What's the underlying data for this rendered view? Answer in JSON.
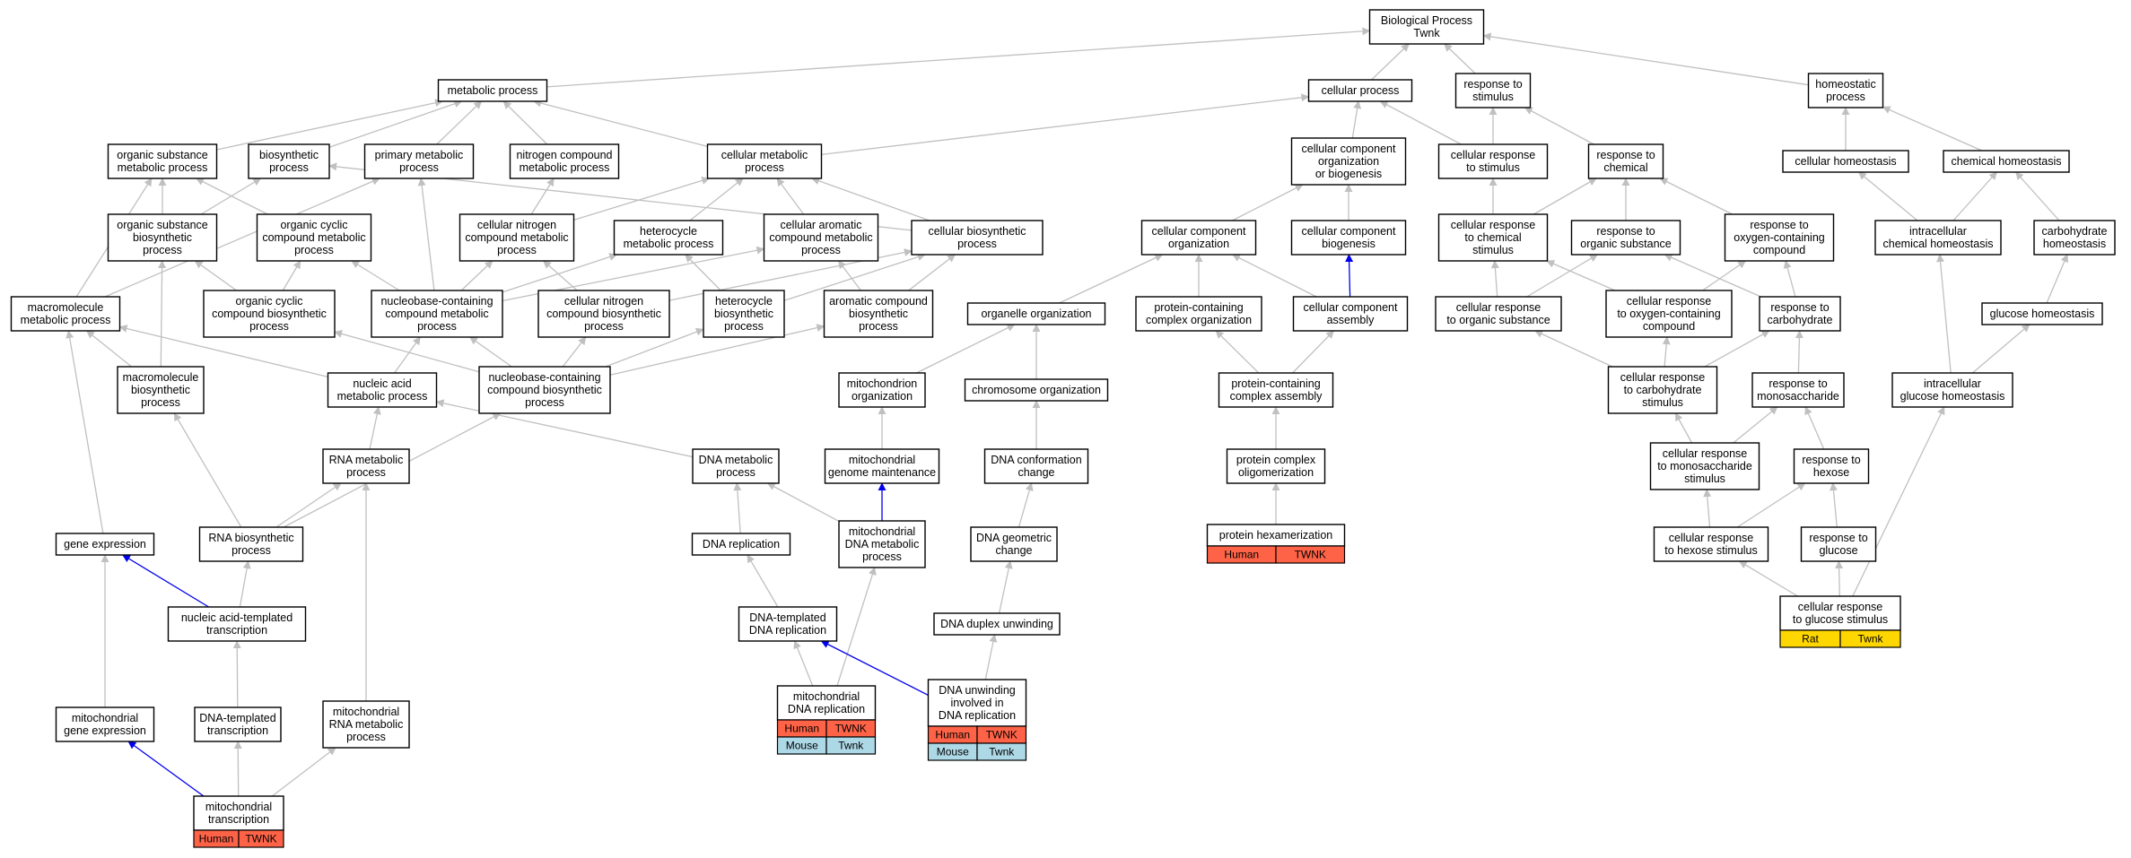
{
  "colors": {
    "edge_default": "#c0c0c0",
    "edge_highlight": "#0000ee",
    "human": "#ff6347",
    "mouse": "#add8e6",
    "rat": "#ffd700"
  },
  "nodes": [
    {
      "id": "bp",
      "lines": [
        "Biological Process",
        "Twnk"
      ]
    },
    {
      "id": "metabolic",
      "lines": [
        "metabolic process"
      ]
    },
    {
      "id": "cellproc",
      "lines": [
        "cellular process"
      ]
    },
    {
      "id": "respstim",
      "lines": [
        "response to",
        "stimulus"
      ]
    },
    {
      "id": "homeostatic",
      "lines": [
        "homeostatic",
        "process"
      ]
    },
    {
      "id": "orgsubmet",
      "lines": [
        "organic substance",
        "metabolic process"
      ]
    },
    {
      "id": "biosynth",
      "lines": [
        "biosynthetic",
        "process"
      ]
    },
    {
      "id": "primmet",
      "lines": [
        "primary metabolic",
        "process"
      ]
    },
    {
      "id": "nitcompmet",
      "lines": [
        "nitrogen compound",
        "metabolic process"
      ]
    },
    {
      "id": "cellmet",
      "lines": [
        "cellular metabolic",
        "process"
      ]
    },
    {
      "id": "ccob",
      "lines": [
        "cellular component",
        "organization",
        "or biogenesis"
      ]
    },
    {
      "id": "cellrespstim",
      "lines": [
        "cellular response",
        "to stimulus"
      ]
    },
    {
      "id": "respchem",
      "lines": [
        "response to",
        "chemical"
      ]
    },
    {
      "id": "cellhomeo",
      "lines": [
        "cellular homeostasis"
      ]
    },
    {
      "id": "chemhomeo",
      "lines": [
        "chemical homeostasis"
      ]
    },
    {
      "id": "orgsubbio",
      "lines": [
        "organic substance",
        "biosynthetic",
        "process"
      ]
    },
    {
      "id": "orgcycmet",
      "lines": [
        "organic cyclic",
        "compound metabolic",
        "process"
      ]
    },
    {
      "id": "cellnitmet",
      "lines": [
        "cellular nitrogen",
        "compound metabolic",
        "process"
      ]
    },
    {
      "id": "hetmet",
      "lines": [
        "heterocycle",
        "metabolic process"
      ]
    },
    {
      "id": "cellaromet",
      "lines": [
        "cellular aromatic",
        "compound metabolic",
        "process"
      ]
    },
    {
      "id": "cellbio",
      "lines": [
        "cellular biosynthetic",
        "process"
      ]
    },
    {
      "id": "ccorg",
      "lines": [
        "cellular component",
        "organization"
      ]
    },
    {
      "id": "ccbiog",
      "lines": [
        "cellular component",
        "biogenesis"
      ]
    },
    {
      "id": "cellrespchem",
      "lines": [
        "cellular response",
        "to chemical",
        "stimulus"
      ]
    },
    {
      "id": "resporgsub",
      "lines": [
        "response to",
        "organic substance"
      ]
    },
    {
      "id": "respoxy",
      "lines": [
        "response to",
        "oxygen-containing",
        "compound"
      ]
    },
    {
      "id": "intrachemhomeo",
      "lines": [
        "intracellular",
        "chemical homeostasis"
      ]
    },
    {
      "id": "carbohomeo",
      "lines": [
        "carbohydrate",
        "homeostasis"
      ]
    },
    {
      "id": "macromet",
      "lines": [
        "macromolecule",
        "metabolic process"
      ]
    },
    {
      "id": "orgcycbio",
      "lines": [
        "organic cyclic",
        "compound biosynthetic",
        "process"
      ]
    },
    {
      "id": "nbcmet",
      "lines": [
        "nucleobase-containing",
        "compound metabolic",
        "process"
      ]
    },
    {
      "id": "cellnitbio",
      "lines": [
        "cellular nitrogen",
        "compound biosynthetic",
        "process"
      ]
    },
    {
      "id": "hetbio",
      "lines": [
        "heterocycle",
        "biosynthetic",
        "process"
      ]
    },
    {
      "id": "arombio",
      "lines": [
        "aromatic compound",
        "biosynthetic",
        "process"
      ]
    },
    {
      "id": "organelleorg",
      "lines": [
        "organelle organization"
      ]
    },
    {
      "id": "protcomplexorg",
      "lines": [
        "protein-containing",
        "complex organization"
      ]
    },
    {
      "id": "ccassembly",
      "lines": [
        "cellular component",
        "assembly"
      ]
    },
    {
      "id": "cellresporgsub",
      "lines": [
        "cellular response",
        "to organic substance"
      ]
    },
    {
      "id": "cellrespoxy",
      "lines": [
        "cellular response",
        "to oxygen-containing",
        "compound"
      ]
    },
    {
      "id": "respcarb",
      "lines": [
        "response to",
        "carbohydrate"
      ]
    },
    {
      "id": "glucosehomeo",
      "lines": [
        "glucose homeostasis"
      ]
    },
    {
      "id": "macrobio",
      "lines": [
        "macromolecule",
        "biosynthetic",
        "process"
      ]
    },
    {
      "id": "nucacidmet",
      "lines": [
        "nucleic acid",
        "metabolic process"
      ]
    },
    {
      "id": "nbcbio",
      "lines": [
        "nucleobase-containing",
        "compound biosynthetic",
        "process"
      ]
    },
    {
      "id": "mitoorg",
      "lines": [
        "mitochondrion",
        "organization"
      ]
    },
    {
      "id": "chromorg",
      "lines": [
        "chromosome organization"
      ]
    },
    {
      "id": "protassembly",
      "lines": [
        "protein-containing",
        "complex assembly"
      ]
    },
    {
      "id": "cellrespcarb",
      "lines": [
        "cellular response",
        "to carbohydrate",
        "stimulus"
      ]
    },
    {
      "id": "respmono",
      "lines": [
        "response to",
        "monosaccharide"
      ]
    },
    {
      "id": "intraglucose",
      "lines": [
        "intracellular",
        "glucose homeostasis"
      ]
    },
    {
      "id": "rnamet",
      "lines": [
        "RNA metabolic",
        "process"
      ]
    },
    {
      "id": "dnamet",
      "lines": [
        "DNA metabolic",
        "process"
      ]
    },
    {
      "id": "mitogenome",
      "lines": [
        "mitochondrial",
        "genome maintenance"
      ]
    },
    {
      "id": "dnaconf",
      "lines": [
        "DNA conformation",
        "change"
      ]
    },
    {
      "id": "protolig",
      "lines": [
        "protein complex",
        "oligomerization"
      ]
    },
    {
      "id": "cellrespmono",
      "lines": [
        "cellular response",
        "to monosaccharide",
        "stimulus"
      ]
    },
    {
      "id": "resphexose",
      "lines": [
        "response to",
        "hexose"
      ]
    },
    {
      "id": "geneexpr",
      "lines": [
        "gene expression"
      ]
    },
    {
      "id": "rnabio",
      "lines": [
        "RNA biosynthetic",
        "process"
      ]
    },
    {
      "id": "dnarep",
      "lines": [
        "DNA replication"
      ]
    },
    {
      "id": "mitodnamet",
      "lines": [
        "mitochondrial",
        "DNA metabolic",
        "process"
      ]
    },
    {
      "id": "dnageo",
      "lines": [
        "DNA geometric",
        "change"
      ]
    },
    {
      "id": "prothex",
      "lines": [
        "protein hexamerization"
      ],
      "annotations": [
        [
          {
            "label": "Human",
            "color": "human"
          },
          {
            "label": "TWNK",
            "color": "human"
          }
        ]
      ]
    },
    {
      "id": "cellresphexose",
      "lines": [
        "cellular response",
        "to hexose stimulus"
      ]
    },
    {
      "id": "respglucose",
      "lines": [
        "response to",
        "glucose"
      ]
    },
    {
      "id": "nuctempl",
      "lines": [
        "nucleic acid-templated",
        "transcription"
      ]
    },
    {
      "id": "dnatemplrep",
      "lines": [
        "DNA-templated",
        "DNA replication"
      ]
    },
    {
      "id": "dnadup",
      "lines": [
        "DNA duplex unwinding"
      ]
    },
    {
      "id": "cellrespglucose",
      "lines": [
        "cellular response",
        "to glucose stimulus"
      ],
      "annotations": [
        [
          {
            "label": "Rat",
            "color": "rat"
          },
          {
            "label": "Twnk",
            "color": "rat"
          }
        ]
      ]
    },
    {
      "id": "mitogeneexpr",
      "lines": [
        "mitochondrial",
        "gene expression"
      ]
    },
    {
      "id": "dnatempltrans",
      "lines": [
        "DNA-templated",
        "transcription"
      ]
    },
    {
      "id": "mitornamet",
      "lines": [
        "mitochondrial",
        "RNA metabolic",
        "process"
      ]
    },
    {
      "id": "mitodnarep",
      "lines": [
        "mitochondrial",
        "DNA replication"
      ],
      "annotations": [
        [
          {
            "label": "Human",
            "color": "human"
          },
          {
            "label": "TWNK",
            "color": "human"
          }
        ],
        [
          {
            "label": "Mouse",
            "color": "mouse"
          },
          {
            "label": "Twnk",
            "color": "mouse"
          }
        ]
      ]
    },
    {
      "id": "dnaunwind",
      "lines": [
        "DNA unwinding",
        "involved in",
        "DNA replication"
      ],
      "annotations": [
        [
          {
            "label": "Human",
            "color": "human"
          },
          {
            "label": "TWNK",
            "color": "human"
          }
        ],
        [
          {
            "label": "Mouse",
            "color": "mouse"
          },
          {
            "label": "Twnk",
            "color": "mouse"
          }
        ]
      ]
    },
    {
      "id": "mitotrans",
      "lines": [
        "mitochondrial",
        "transcription"
      ],
      "annotations": [
        [
          {
            "label": "Human",
            "color": "human"
          },
          {
            "label": "TWNK",
            "color": "human"
          }
        ]
      ]
    }
  ],
  "edges": [
    [
      "metabolic",
      "bp"
    ],
    [
      "cellproc",
      "bp"
    ],
    [
      "respstim",
      "bp"
    ],
    [
      "homeostatic",
      "bp"
    ],
    [
      "orgsubmet",
      "metabolic"
    ],
    [
      "biosynth",
      "metabolic"
    ],
    [
      "primmet",
      "metabolic"
    ],
    [
      "nitcompmet",
      "metabolic"
    ],
    [
      "cellmet",
      "metabolic"
    ],
    [
      "cellmet",
      "cellproc"
    ],
    [
      "ccob",
      "cellproc"
    ],
    [
      "cellrespstim",
      "cellproc"
    ],
    [
      "cellrespstim",
      "respstim"
    ],
    [
      "respchem",
      "respstim"
    ],
    [
      "cellhomeo",
      "homeostatic"
    ],
    [
      "chemhomeo",
      "homeostatic"
    ],
    [
      "orgsubbio",
      "orgsubmet"
    ],
    [
      "orgsubbio",
      "biosynth"
    ],
    [
      "orgcycmet",
      "orgsubmet"
    ],
    [
      "cellnitmet",
      "nitcompmet"
    ],
    [
      "cellnitmet",
      "cellmet"
    ],
    [
      "hetmet",
      "cellmet"
    ],
    [
      "cellaromet",
      "cellmet"
    ],
    [
      "cellbio",
      "cellmet"
    ],
    [
      "cellbio",
      "biosynth"
    ],
    [
      "ccorg",
      "ccob"
    ],
    [
      "ccbiog",
      "ccob"
    ],
    [
      "cellrespchem",
      "cellrespstim"
    ],
    [
      "cellrespchem",
      "respchem"
    ],
    [
      "resporgsub",
      "respchem"
    ],
    [
      "respoxy",
      "respchem"
    ],
    [
      "intrachemhomeo",
      "cellhomeo"
    ],
    [
      "intrachemhomeo",
      "chemhomeo"
    ],
    [
      "carbohomeo",
      "chemhomeo"
    ],
    [
      "macromet",
      "orgsubmet"
    ],
    [
      "macromet",
      "primmet"
    ],
    [
      "orgcycbio",
      "orgcycmet"
    ],
    [
      "orgcycbio",
      "orgsubbio"
    ],
    [
      "nbcmet",
      "orgcycmet"
    ],
    [
      "nbcmet",
      "cellnitmet"
    ],
    [
      "nbcmet",
      "hetmet"
    ],
    [
      "nbcmet",
      "cellaromet"
    ],
    [
      "nbcmet",
      "primmet"
    ],
    [
      "cellnitbio",
      "cellnitmet"
    ],
    [
      "cellnitbio",
      "cellbio"
    ],
    [
      "hetbio",
      "hetmet"
    ],
    [
      "hetbio",
      "cellbio"
    ],
    [
      "arombio",
      "cellaromet"
    ],
    [
      "arombio",
      "cellbio"
    ],
    [
      "organelleorg",
      "ccorg"
    ],
    [
      "protcomplexorg",
      "ccorg"
    ],
    [
      "ccassembly",
      "ccorg"
    ],
    [
      "ccassembly",
      "ccbiog",
      "hl"
    ],
    [
      "cellresporgsub",
      "cellrespchem"
    ],
    [
      "cellresporgsub",
      "resporgsub"
    ],
    [
      "cellrespoxy",
      "cellrespchem"
    ],
    [
      "cellrespoxy",
      "respoxy"
    ],
    [
      "respcarb",
      "resporgsub"
    ],
    [
      "respcarb",
      "respoxy"
    ],
    [
      "glucosehomeo",
      "carbohomeo"
    ],
    [
      "macrobio",
      "macromet"
    ],
    [
      "macrobio",
      "orgsubbio"
    ],
    [
      "nucacidmet",
      "macromet"
    ],
    [
      "nucacidmet",
      "nbcmet"
    ],
    [
      "nbcbio",
      "nbcmet"
    ],
    [
      "nbcbio",
      "orgcycbio"
    ],
    [
      "nbcbio",
      "cellnitbio"
    ],
    [
      "nbcbio",
      "hetbio"
    ],
    [
      "nbcbio",
      "arombio"
    ],
    [
      "mitoorg",
      "organelleorg"
    ],
    [
      "chromorg",
      "organelleorg"
    ],
    [
      "protassembly",
      "protcomplexorg"
    ],
    [
      "protassembly",
      "ccassembly"
    ],
    [
      "cellrespcarb",
      "cellrespoxy"
    ],
    [
      "cellrespcarb",
      "cellresporgsub"
    ],
    [
      "cellrespcarb",
      "respcarb"
    ],
    [
      "respmono",
      "respcarb"
    ],
    [
      "intraglucose",
      "glucosehomeo"
    ],
    [
      "intraglucose",
      "intrachemhomeo"
    ],
    [
      "rnamet",
      "nucacidmet"
    ],
    [
      "dnamet",
      "nucacidmet"
    ],
    [
      "mitogenome",
      "mitoorg"
    ],
    [
      "dnaconf",
      "chromorg"
    ],
    [
      "protolig",
      "protassembly"
    ],
    [
      "cellrespmono",
      "cellrespcarb"
    ],
    [
      "cellrespmono",
      "respmono"
    ],
    [
      "resphexose",
      "respmono"
    ],
    [
      "geneexpr",
      "macromet"
    ],
    [
      "rnabio",
      "rnamet"
    ],
    [
      "rnabio",
      "nbcbio"
    ],
    [
      "rnabio",
      "macrobio"
    ],
    [
      "dnarep",
      "dnamet"
    ],
    [
      "mitodnamet",
      "dnamet"
    ],
    [
      "mitodnamet",
      "mitogenome",
      "hl"
    ],
    [
      "dnageo",
      "dnaconf"
    ],
    [
      "prothex",
      "protolig"
    ],
    [
      "cellresphexose",
      "cellrespmono"
    ],
    [
      "cellresphexose",
      "resphexose"
    ],
    [
      "respglucose",
      "resphexose"
    ],
    [
      "nuctempl",
      "rnabio"
    ],
    [
      "nuctempl",
      "geneexpr",
      "hl"
    ],
    [
      "dnatemplrep",
      "dnarep"
    ],
    [
      "dnadup",
      "dnageo"
    ],
    [
      "cellrespglucose",
      "cellresphexose"
    ],
    [
      "cellrespglucose",
      "respglucose"
    ],
    [
      "cellrespglucose",
      "intraglucose"
    ],
    [
      "mitogeneexpr",
      "geneexpr"
    ],
    [
      "dnatempltrans",
      "nuctempl"
    ],
    [
      "mitornamet",
      "rnamet"
    ],
    [
      "mitodnarep",
      "dnatemplrep"
    ],
    [
      "mitodnarep",
      "mitodnamet"
    ],
    [
      "dnaunwind",
      "dnatemplrep",
      "hl"
    ],
    [
      "dnaunwind",
      "dnadup"
    ],
    [
      "mitotrans",
      "mitogeneexpr",
      "hl"
    ],
    [
      "mitotrans",
      "dnatempltrans"
    ],
    [
      "mitotrans",
      "mitornamet"
    ]
  ]
}
